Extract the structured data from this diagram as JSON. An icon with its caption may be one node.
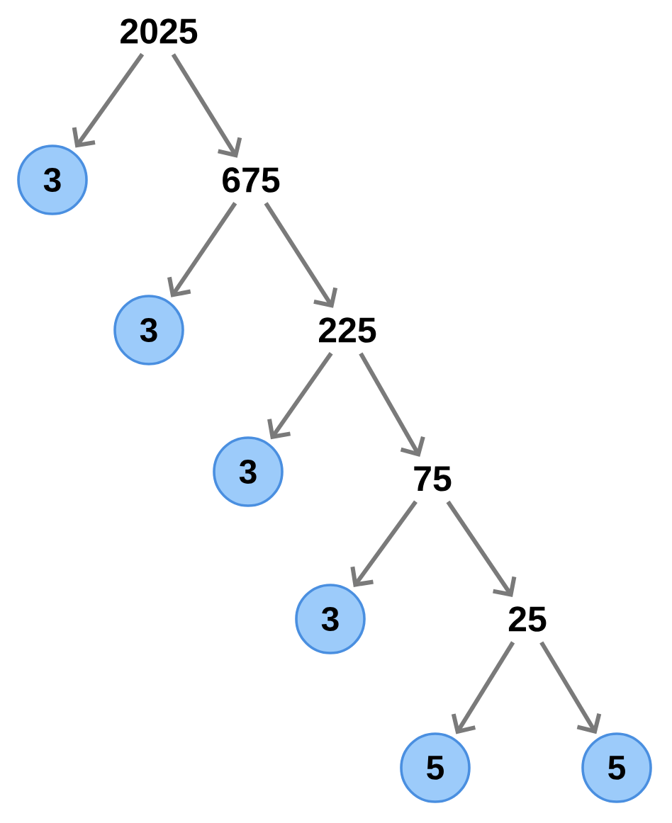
{
  "diagram": {
    "nodes": [
      {
        "text": [
          "2025"
        ]
      },
      {
        "text": [
          "3"
        ]
      },
      {
        "text": [
          "675"
        ]
      },
      {
        "text": [
          "3"
        ]
      },
      {
        "text": [
          "225"
        ]
      },
      {
        "text": [
          "3"
        ]
      },
      {
        "text": [
          "75"
        ]
      },
      {
        "text": [
          "3"
        ]
      },
      {
        "text": [
          "25"
        ]
      },
      {
        "text": [
          "5"
        ]
      },
      {
        "text": [
          "5"
        ]
      }
    ],
    "edges": [
      {
        "from": 0,
        "to": 1,
        "arrow": "to"
      },
      {
        "from": 0,
        "to": 2,
        "arrow": "to"
      },
      {
        "from": 2,
        "to": 3,
        "arrow": "to"
      },
      {
        "from": 2,
        "to": 4,
        "arrow": "to"
      },
      {
        "from": 4,
        "to": 5,
        "arrow": "to"
      },
      {
        "from": 4,
        "to": 6,
        "arrow": "to"
      },
      {
        "from": 6,
        "to": 7,
        "arrow": "to"
      },
      {
        "from": 6,
        "to": 8,
        "arrow": "to"
      },
      {
        "from": 8,
        "to": 9,
        "arrow": "to"
      },
      {
        "from": 8,
        "to": 10,
        "arrow": "to"
      }
    ]
  }
}
